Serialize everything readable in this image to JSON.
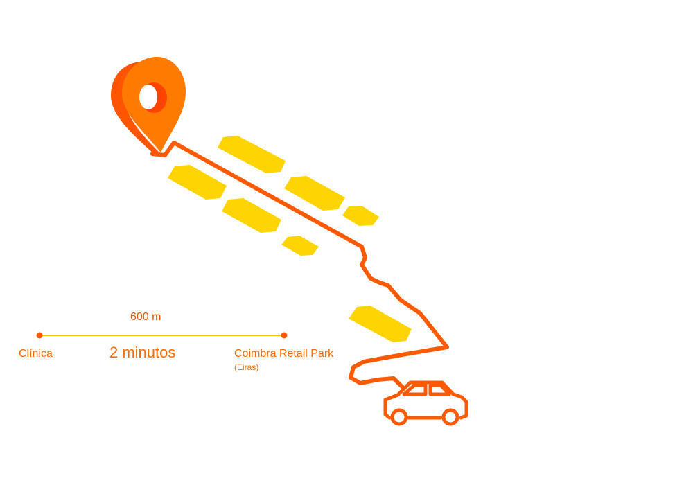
{
  "colors": {
    "route": "#ff5a00",
    "label": "#ff6a00",
    "distance_label": "#e05a00",
    "scale_line": "#f5c400",
    "block": "#ffd400",
    "pin_front": "#ff7a00",
    "pin_side": "#ff5500",
    "pin_hole": "#ff4400",
    "background": "#ffffff"
  },
  "icons": [
    "location-pin-icon",
    "car-icon"
  ],
  "scale": {
    "distance": "600 m",
    "duration": "2 minutos"
  },
  "origin": {
    "label": "Clínica"
  },
  "destination": {
    "label": "Coimbra Retail Park",
    "sublabel": "(Eiras)"
  }
}
